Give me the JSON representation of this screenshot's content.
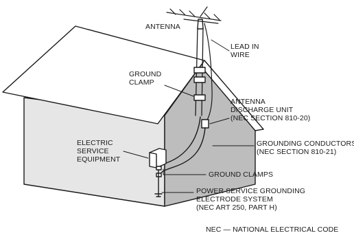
{
  "labels": {
    "antenna": "ANTENNA",
    "lead_in_wire": [
      "LEAD IN",
      "WIRE"
    ],
    "ground_clamp": [
      "GROUND",
      "CLAMP"
    ],
    "antenna_discharge_unit": [
      "ANTENNA",
      "DISCHARGE UNIT",
      "(NEC SECTION 810-20)"
    ],
    "electric_service_equipment": [
      "ELECTRIC",
      "SERVICE",
      "EQUIPMENT"
    ],
    "grounding_conductors": [
      "GROUNDING CONDUCTORS",
      "(NEC SECTION 810-21)"
    ],
    "ground_clamps": "GROUND CLAMPS",
    "power_service_grounding": [
      "POWER SERVICE GROUNDING",
      "ELECTRODE SYSTEM",
      "(NEC ART 250, PART H)"
    ],
    "nec_footnote": "NEC — NATIONAL ELECTRICAL CODE"
  },
  "colors": {
    "ink": "#1a1a1a",
    "paper": "#ffffff",
    "wall_shade": "#e6e6e6",
    "gable_shade": "#bdbdbd"
  }
}
